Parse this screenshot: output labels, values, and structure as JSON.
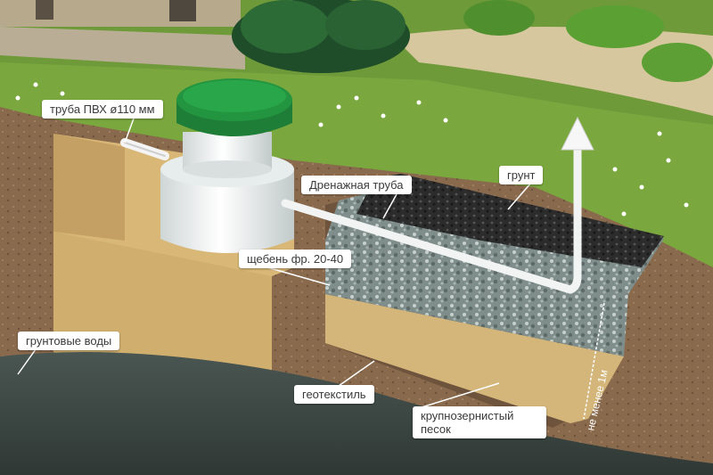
{
  "labels": {
    "pvc_pipe": "труба ПВХ ø110 мм",
    "drain_pipe": "Дренажная труба",
    "soil": "грунт",
    "gravel": "щебень фр. 20-40",
    "groundwater": "грунтовые воды",
    "geotextile": "геотекстиль",
    "coarse_sand_line1": "крупнозернистый",
    "coarse_sand_line2": "песок",
    "depth": "не менее 1м"
  },
  "colors": {
    "grass": "#7aa83e",
    "soil_brown": "#8a6a4d",
    "sand": "#d9b877",
    "groundwater": "#3f4a45",
    "gravel": "#7d8c8a",
    "topsoil": "#2f2f2f",
    "tank_lid": "#1f8a3c",
    "tank_body": "#eef1f1"
  }
}
